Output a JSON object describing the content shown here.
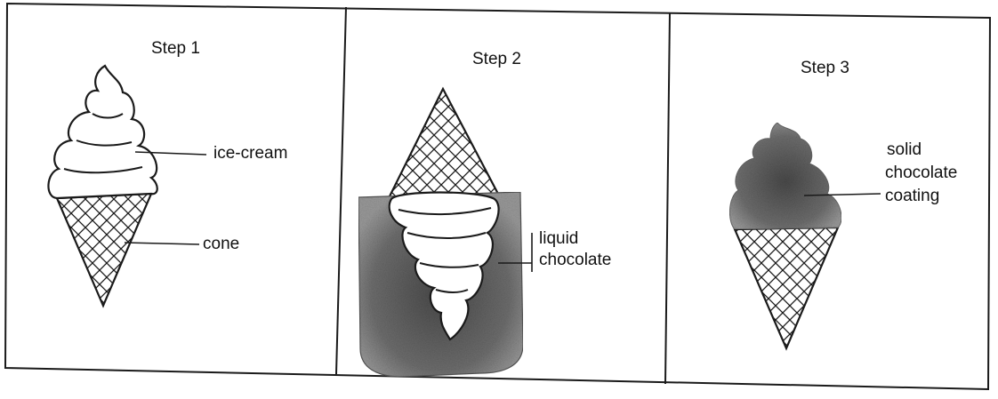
{
  "panels": [
    {
      "title": "Step 1",
      "labels": [
        "ice-cream",
        "cone"
      ]
    },
    {
      "title": "Step 2",
      "labels": [
        "liquid",
        "chocolate"
      ]
    },
    {
      "title": "Step 3",
      "labels": [
        "solid",
        "chocolate",
        "coating"
      ]
    }
  ],
  "colors": {
    "outline": "#1a1a1a",
    "chocolate_light": "#9a9a9a",
    "chocolate_dark": "#4a4a4a"
  }
}
